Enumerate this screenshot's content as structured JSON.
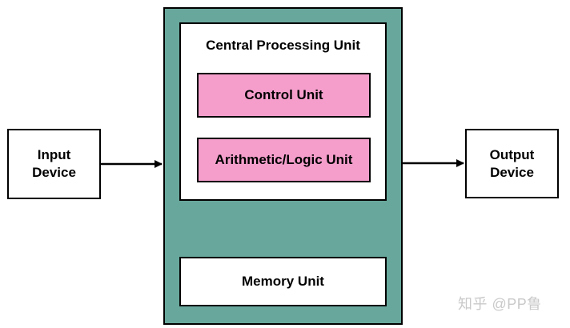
{
  "diagram": {
    "input_device": "Input\nDevice",
    "output_device": "Output\nDevice",
    "cpu_title": "Central Processing Unit",
    "control_unit": "Control Unit",
    "alu": "Arithmetic/Logic Unit",
    "memory_unit": "Memory Unit"
  },
  "watermark": "知乎 @PP鲁",
  "colors": {
    "outer_fill": "#68a89c",
    "unit_fill": "#f59ecc"
  }
}
